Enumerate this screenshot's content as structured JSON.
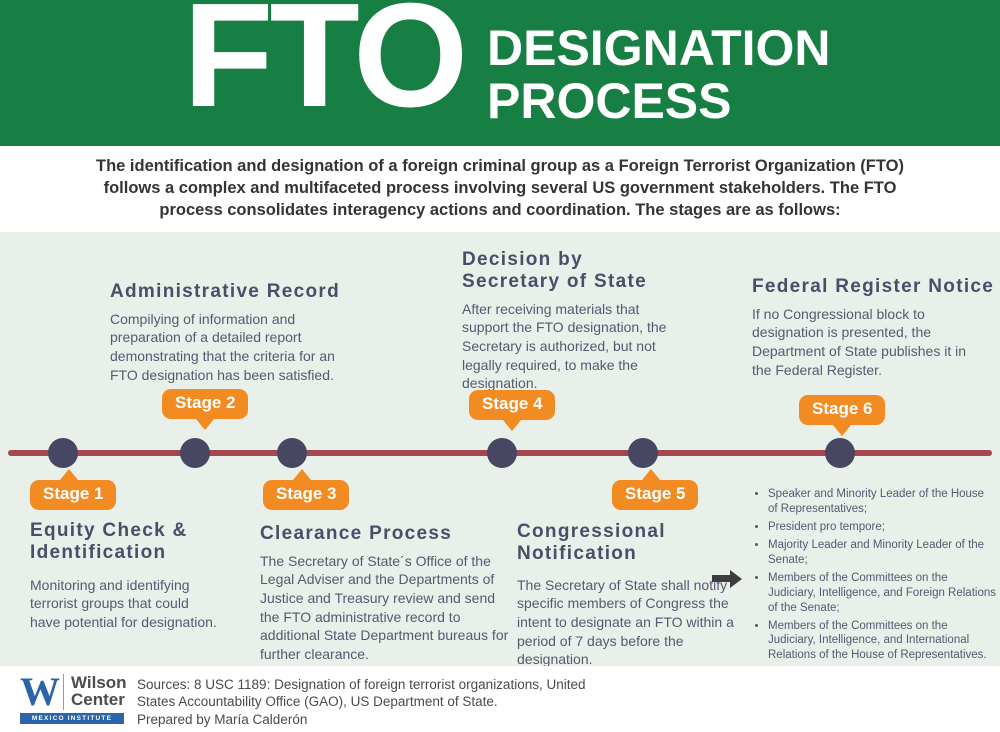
{
  "header": {
    "title_main": "FTO",
    "title_sub_line1": "DESIGNATION",
    "title_sub_line2": "PROCESS"
  },
  "intro": {
    "line1": "The identification and designation of a foreign criminal group as a Foreign Terrorist Organization (FTO)",
    "line2": "follows a complex and multifaceted process involving several US government stakeholders. The FTO",
    "line3": "process consolidates interagency actions and coordination. The stages are as follows:"
  },
  "stages": [
    {
      "badge": "Stage 1",
      "title": "Equity Check & Identification",
      "description": "Monitoring and identifying terrorist groups that could have potential for designation.",
      "position": "below-line"
    },
    {
      "badge": "Stage 2",
      "title": "Administrative Record",
      "description": "Compilying of information and preparation of a detailed report demonstrating that the criteria for an FTO designation has been satisfied.",
      "position": "above-line"
    },
    {
      "badge": "Stage 3",
      "title": "Clearance Process",
      "description": "The Secretary of State´s Office of the Legal Adviser and the Departments of Justice and Treasury review and send the FTO administrative record to additional State Department bureaus for further clearance.",
      "position": "below-line"
    },
    {
      "badge": "Stage 4",
      "title": "Decision by Secretary of State",
      "description": "After receiving materials that support the FTO designation, the Secretary is authorized, but not legally required, to make the designation.",
      "position": "above-line"
    },
    {
      "badge": "Stage 5",
      "title": "Congressional Notification",
      "description": "The Secretary of State shall notify specific members of Congress the intent to designate an FTO within a period of 7 days before the designation.",
      "position": "below-line"
    },
    {
      "badge": "Stage 6",
      "title": "Federal Register Notice",
      "description": "If no Congressional block to designation is presented, the Department of State publishes it in the Federal Register.",
      "position": "above-line"
    }
  ],
  "congress_list": {
    "items": [
      "Speaker and Minority Leader of the House of Representatives;",
      "President pro tempore;",
      "Majority Leader and Minority Leader of the Senate;",
      "Members of the Committees on the Judiciary, Intelligence, and Foreign Relations of the Senate;",
      "Members of the Committees on the Judiciary, Intelligence, and International Relations of the House of Representatives."
    ]
  },
  "footer": {
    "logo": {
      "mark": "W",
      "name_line1": "Wilson",
      "name_line2": "Center",
      "sub": "MEXICO INSTITUTE"
    },
    "sources_line1": "Sources: 8 USC 1189: Designation of foreign terrorist organizations, United",
    "sources_line2": "States Accountability Office (GAO), US Department of State.",
    "sources_line3": "Prepared by María Calderón"
  },
  "colors": {
    "header_green": "#187f44",
    "canvas_light": "#e9efe9",
    "badge_orange": "#f18b22",
    "timeline_maroon": "#a4474f",
    "node_purple": "#474763",
    "heading_slate": "#4a4e68",
    "body_gray": "#555a71",
    "wilson_blue": "#2b64a8"
  }
}
